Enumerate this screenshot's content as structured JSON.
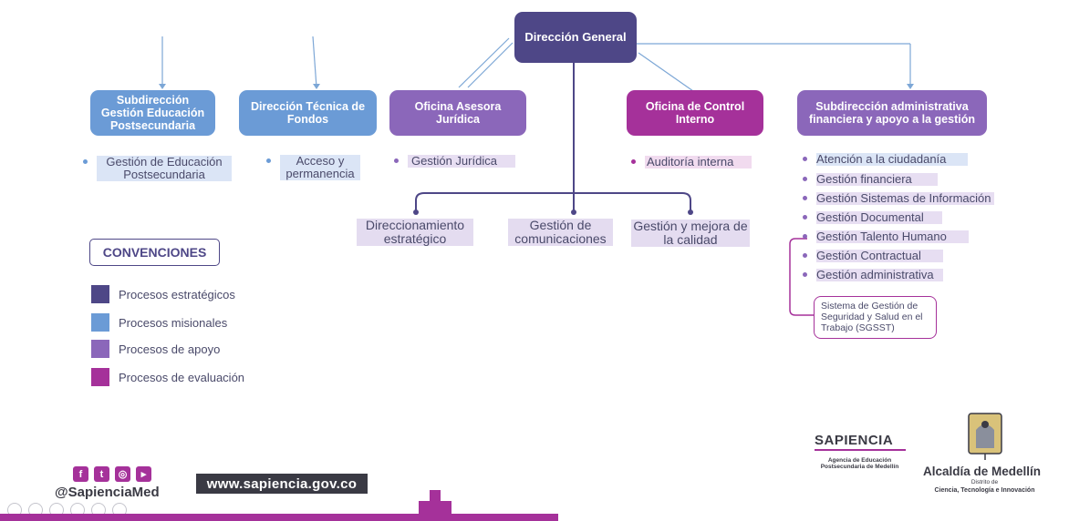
{
  "top": {
    "label": "Dirección General"
  },
  "units": [
    {
      "label": "Subdirección Gestión Educación Postsecundaria",
      "items": [
        "Gestión de Educación Postsecundaria"
      ]
    },
    {
      "label": "Dirección Técnica de Fondos",
      "items": [
        "Acceso y permanencia"
      ]
    },
    {
      "label": "Oficina Asesora Jurídica",
      "items": [
        "Gestión Jurídica"
      ]
    },
    {
      "label": "Oficina de Control Interno",
      "items": [
        "Auditoría interna"
      ]
    },
    {
      "label": "Subdirección administrativa financiera y apoyo a la gestión",
      "items": [
        "Atención a la ciudadanía",
        "Gestión financiera",
        "Gestión Sistemas de Información",
        "Gestión Documental",
        "Gestión Talento Humano",
        "Gestión Contractual",
        "Gestión administrativa"
      ]
    }
  ],
  "strategic_processes": [
    "Direccionamiento estratégico",
    "Gestión de comunicaciones",
    "Gestión y mejora de la calidad"
  ],
  "sgsst": "Sistema de Gestión de Seguridad y Salud en el Trabajo (SGSST)",
  "conventions": {
    "title": "CONVENCIONES",
    "items": [
      {
        "label": "Procesos estratégicos",
        "color": "#4e4787"
      },
      {
        "label": "Procesos misionales",
        "color": "#6b9bd6"
      },
      {
        "label": "Procesos de apoyo",
        "color": "#8b67ba"
      },
      {
        "label": "Procesos de evaluación",
        "color": "#a5319a"
      }
    ]
  },
  "footer": {
    "social_icons": [
      "facebook-icon",
      "twitter-icon",
      "instagram-icon",
      "youtube-icon"
    ],
    "handle": "@SapienciaMed",
    "website": "www.sapiencia.gov.co",
    "sapiencia": {
      "name": "SAPIENCIA",
      "subtitle": "Agencia de Educación Postsecundaria de Medellín"
    },
    "alcaldia": {
      "name": "Alcaldía de Medellín",
      "district": "Distrito de",
      "subtitle": "Ciencia, Tecnología e Innovación"
    }
  },
  "colors": {
    "strategic": "#4e4787",
    "missional": "#6b9bd6",
    "support": "#8b67ba",
    "evaluation": "#a5319a"
  }
}
